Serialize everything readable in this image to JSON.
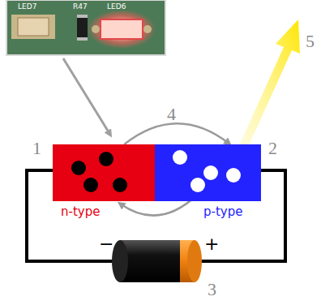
{
  "diagram": {
    "nodes": [
      {
        "text": [
          "n-type"
        ]
      },
      {
        "text": [
          "p-type"
        ]
      }
    ],
    "edges": [
      {
        "from": 0,
        "to": 1,
        "arrow": "to"
      },
      {
        "from": 1,
        "to": 0,
        "arrow": "to"
      }
    ],
    "labels": [
      "LED7",
      "R47",
      "LED6",
      "4",
      "1",
      "2",
      "5",
      "−",
      "+",
      "3"
    ]
  }
}
